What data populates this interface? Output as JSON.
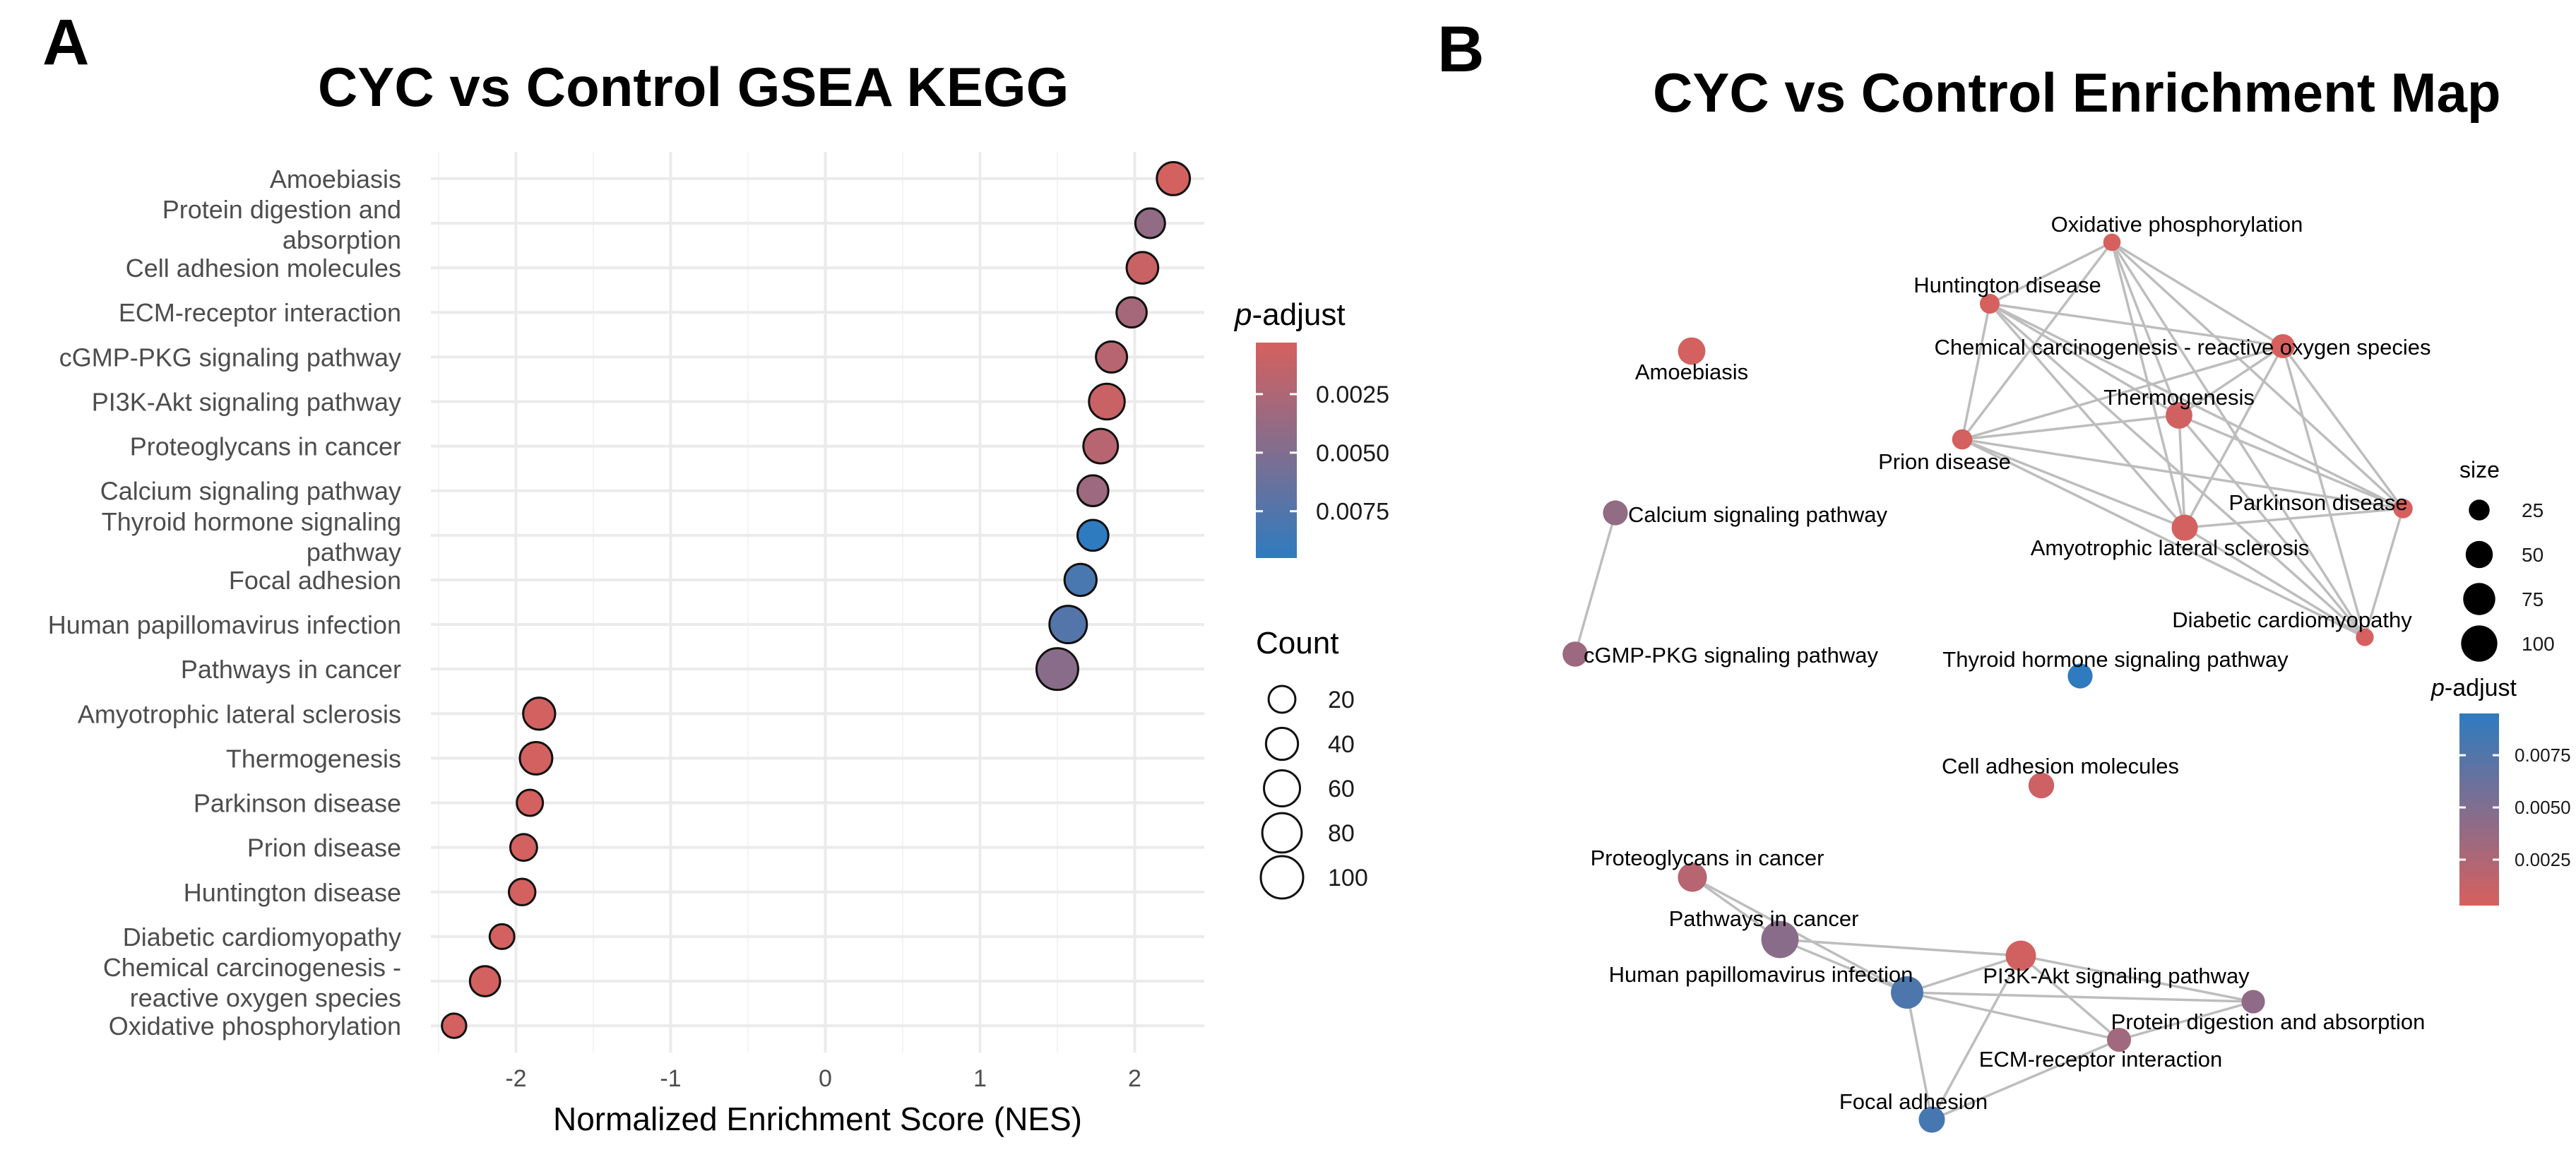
{
  "panels": {
    "a_letter": "A",
    "b_letter": "B"
  },
  "chart_data": [
    {
      "type": "scatter",
      "title": "CYC vs Control GSEA KEGG",
      "xlabel": "Normalized Enrichment Score (NES)",
      "ylabel": "",
      "xlim": [
        -2.55,
        2.45
      ],
      "x_ticks": [
        -2,
        -1,
        0,
        1,
        2
      ],
      "x_tick_labels": [
        "-2",
        "-1",
        "0",
        "1",
        "2"
      ],
      "grid": true,
      "pathways": [
        {
          "label": [
            "Amoebiasis"
          ],
          "nes": 2.25,
          "count": 45,
          "p_adjust": 0.0005
        },
        {
          "label": [
            "Protein digestion and",
            "absorption"
          ],
          "nes": 2.1,
          "count": 30,
          "p_adjust": 0.004
        },
        {
          "label": [
            "Cell adhesion molecules"
          ],
          "nes": 2.05,
          "count": 38,
          "p_adjust": 0.001
        },
        {
          "label": [
            "ECM-receptor interaction"
          ],
          "nes": 1.98,
          "count": 32,
          "p_adjust": 0.003
        },
        {
          "label": [
            "cGMP-PKG signaling pathway"
          ],
          "nes": 1.85,
          "count": 36,
          "p_adjust": 0.002
        },
        {
          "label": [
            "PI3K-Akt signaling pathway"
          ],
          "nes": 1.82,
          "count": 58,
          "p_adjust": 0.001
        },
        {
          "label": [
            "Proteoglycans in cancer"
          ],
          "nes": 1.78,
          "count": 52,
          "p_adjust": 0.002
        },
        {
          "label": [
            "Calcium signaling pathway"
          ],
          "nes": 1.73,
          "count": 35,
          "p_adjust": 0.0035
        },
        {
          "label": [
            "Thyroid hormone signaling",
            "pathway"
          ],
          "nes": 1.73,
          "count": 35,
          "p_adjust": 0.0095
        },
        {
          "label": [
            "Focal adhesion"
          ],
          "nes": 1.65,
          "count": 40,
          "p_adjust": 0.008
        },
        {
          "label": [
            "Human papillomavirus infection"
          ],
          "nes": 1.57,
          "count": 68,
          "p_adjust": 0.0075
        },
        {
          "label": [
            "Pathways in cancer"
          ],
          "nes": 1.5,
          "count": 95,
          "p_adjust": 0.0045
        },
        {
          "label": [
            "Amyotrophic lateral sclerosis"
          ],
          "nes": -1.85,
          "count": 40,
          "p_adjust": 0.0005
        },
        {
          "label": [
            "Thermogenesis"
          ],
          "nes": -1.87,
          "count": 42,
          "p_adjust": 0.0005
        },
        {
          "label": [
            "Parkinson disease"
          ],
          "nes": -1.91,
          "count": 18,
          "p_adjust": 0.0005
        },
        {
          "label": [
            "Prion disease"
          ],
          "nes": -1.95,
          "count": 20,
          "p_adjust": 0.0005
        },
        {
          "label": [
            "Huntington disease"
          ],
          "nes": -1.96,
          "count": 19,
          "p_adjust": 0.0005
        },
        {
          "label": [
            "Diabetic cardiomyopathy"
          ],
          "nes": -2.09,
          "count": 14,
          "p_adjust": 0.0005
        },
        {
          "label": [
            "Chemical carcinogenesis -",
            "reactive oxygen species"
          ],
          "nes": -2.2,
          "count": 32,
          "p_adjust": 0.0005
        },
        {
          "label": [
            "Oxidative phosphorylation"
          ],
          "nes": -2.4,
          "count": 13,
          "p_adjust": 0.0005
        }
      ],
      "legend_padjust": {
        "title_italic": "p",
        "title_rest": "-adjust",
        "ticks": [
          0.0025,
          0.005,
          0.0075
        ],
        "tick_labels": [
          "0.0025",
          "0.0050",
          "0.0075"
        ],
        "range": [
          0.0003,
          0.0095
        ],
        "colors": [
          "#d6605e",
          "#2e7bbf"
        ]
      },
      "legend_count": {
        "title": "Count",
        "values": [
          20,
          40,
          60,
          80,
          100
        ],
        "labels": [
          "20",
          "40",
          "60",
          "80",
          "100"
        ]
      }
    },
    {
      "type": "network",
      "title": "CYC vs Control Enrichment Map",
      "nodes": [
        {
          "id": "ox",
          "label": "Oxidative phosphorylation",
          "size": 13,
          "p_adjust": 0.0003
        },
        {
          "id": "hunt",
          "label": "Huntington disease",
          "size": 19,
          "p_adjust": 0.0003
        },
        {
          "id": "chem",
          "label": "Chemical carcinogenesis - reactive oxygen species",
          "size": 32,
          "p_adjust": 0.0003
        },
        {
          "id": "amoe",
          "label": "Amoebiasis",
          "size": 45,
          "p_adjust": 0.0005
        },
        {
          "id": "thermo",
          "label": "Thermogenesis",
          "size": 42,
          "p_adjust": 0.0006
        },
        {
          "id": "prion",
          "label": "Prion disease",
          "size": 20,
          "p_adjust": 0.0004
        },
        {
          "id": "park",
          "label": "Parkinson disease",
          "size": 18,
          "p_adjust": 0.0003
        },
        {
          "id": "calc",
          "label": "Calcium signaling pathway",
          "size": 35,
          "p_adjust": 0.004
        },
        {
          "id": "als",
          "label": "Amyotrophic lateral sclerosis",
          "size": 40,
          "p_adjust": 0.0005
        },
        {
          "id": "diab",
          "label": "Diabetic cardiomyopathy",
          "size": 14,
          "p_adjust": 0.0003
        },
        {
          "id": "cgmp",
          "label": "cGMP-PKG signaling pathway",
          "size": 36,
          "p_adjust": 0.0035
        },
        {
          "id": "thyr",
          "label": "Thyroid hormone signaling pathway",
          "size": 35,
          "p_adjust": 0.0095
        },
        {
          "id": "celladh",
          "label": "Cell adhesion molecules",
          "size": 38,
          "p_adjust": 0.0008
        },
        {
          "id": "proteo",
          "label": "Proteoglycans in cancer",
          "size": 52,
          "p_adjust": 0.002
        },
        {
          "id": "pic",
          "label": "Pathways in cancer",
          "size": 95,
          "p_adjust": 0.0045
        },
        {
          "id": "pi3k",
          "label": "PI3K-Akt signaling pathway",
          "size": 58,
          "p_adjust": 0.0006
        },
        {
          "id": "hpv",
          "label": "Human papillomavirus infection",
          "size": 68,
          "p_adjust": 0.0078
        },
        {
          "id": "protdig",
          "label": "Protein digestion and absorption",
          "size": 30,
          "p_adjust": 0.0042
        },
        {
          "id": "ecm",
          "label": "ECM-receptor interaction",
          "size": 32,
          "p_adjust": 0.0032
        },
        {
          "id": "focal",
          "label": "Focal adhesion",
          "size": 40,
          "p_adjust": 0.0082
        }
      ],
      "edges": [
        [
          "ox",
          "hunt"
        ],
        [
          "ox",
          "chem"
        ],
        [
          "ox",
          "prion"
        ],
        [
          "ox",
          "thermo"
        ],
        [
          "ox",
          "park"
        ],
        [
          "ox",
          "als"
        ],
        [
          "ox",
          "diab"
        ],
        [
          "hunt",
          "chem"
        ],
        [
          "hunt",
          "prion"
        ],
        [
          "hunt",
          "thermo"
        ],
        [
          "hunt",
          "park"
        ],
        [
          "hunt",
          "als"
        ],
        [
          "hunt",
          "diab"
        ],
        [
          "chem",
          "prion"
        ],
        [
          "chem",
          "thermo"
        ],
        [
          "chem",
          "park"
        ],
        [
          "chem",
          "als"
        ],
        [
          "chem",
          "diab"
        ],
        [
          "prion",
          "thermo"
        ],
        [
          "prion",
          "park"
        ],
        [
          "prion",
          "als"
        ],
        [
          "prion",
          "diab"
        ],
        [
          "thermo",
          "park"
        ],
        [
          "thermo",
          "als"
        ],
        [
          "thermo",
          "diab"
        ],
        [
          "park",
          "als"
        ],
        [
          "park",
          "diab"
        ],
        [
          "als",
          "diab"
        ],
        [
          "calc",
          "cgmp"
        ],
        [
          "proteo",
          "pic"
        ],
        [
          "proteo",
          "hpv"
        ],
        [
          "pic",
          "hpv"
        ],
        [
          "pic",
          "pi3k"
        ],
        [
          "hpv",
          "pi3k"
        ],
        [
          "hpv",
          "focal"
        ],
        [
          "hpv",
          "ecm"
        ],
        [
          "hpv",
          "protdig"
        ],
        [
          "pi3k",
          "focal"
        ],
        [
          "pi3k",
          "ecm"
        ],
        [
          "pi3k",
          "protdig"
        ],
        [
          "focal",
          "ecm"
        ],
        [
          "ecm",
          "protdig"
        ]
      ],
      "legend_size": {
        "title": "size",
        "values": [
          25,
          50,
          75,
          100
        ],
        "labels": [
          "25",
          "50",
          "75",
          "100"
        ]
      },
      "legend_padjust": {
        "title_italic": "p",
        "title_rest": "-adjust",
        "ticks": [
          0.0075,
          0.005,
          0.0025
        ],
        "tick_labels": [
          "0.0075",
          "0.0050",
          "0.0025"
        ],
        "range": [
          0.0003,
          0.0095
        ],
        "colors": [
          "#d6605e",
          "#2e7bbf"
        ]
      }
    }
  ]
}
